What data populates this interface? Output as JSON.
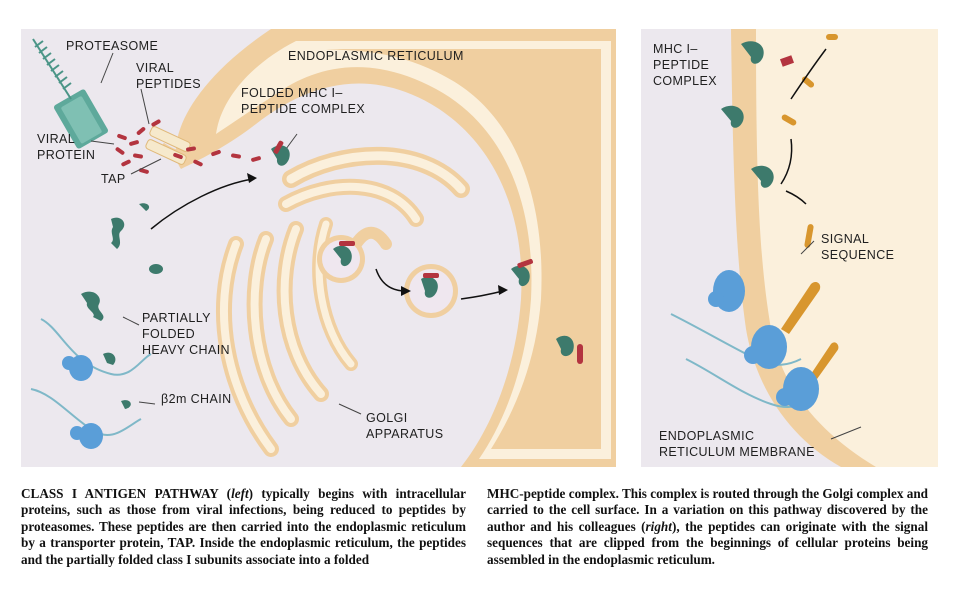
{
  "left_panel": {
    "labels": {
      "proteasome": "PROTEASOME",
      "viral_peptides": "VIRAL\nPEPTIDES",
      "viral_protein": "VIRAL\nPROTEIN",
      "tap": "TAP",
      "endoplasmic_reticulum": "ENDOPLASMIC RETICULUM",
      "folded_complex": "FOLDED MHC I–\nPEPTIDE COMPLEX",
      "partially_folded": "PARTIALLY\nFOLDED\nHEAVY CHAIN",
      "b2m_chain": "β2m CHAIN",
      "golgi": "GOLGI\nAPPARATUS"
    }
  },
  "right_panel": {
    "labels": {
      "mhc_complex": "MHC I–\nPEPTIDE\nCOMPLEX",
      "signal_sequence": "SIGNAL\nSEQUENCE",
      "er_membrane": "ENDOPLASMIC\nRETICULUM MEMBRANE"
    }
  },
  "caption": {
    "left": {
      "lead": "CLASS I ANTIGEN PATHWAY (",
      "lead_italic": "left",
      "body": ") typically begins with intracellular proteins, such as those from viral infections, being reduced to peptides by proteasomes. These peptides are then carried into the endoplasmic reticulum by a transporter protein, TAP. Inside the endoplasmic reticulum, the peptides and the partially folded class I subunits associate into a folded"
    },
    "right": {
      "part1": "MHC-peptide complex. This complex is routed through the Golgi complex and carried to the cell surface. In a variation on this pathway discovered by the author and his colleagues (",
      "part1_italic": "right",
      "part2": "), the peptides can originate with the signal sequences that are clipped from the beginnings of cellular proteins being assembled in the endoplasmic reticulum."
    }
  },
  "colors": {
    "background": "#ece8ee",
    "membrane": "#f0cfa0",
    "er_lumen": "#fbf0dc",
    "mhc": "#3d7a6c",
    "peptide": "#b3343f",
    "ribosome": "#5a9ed8",
    "signal": "#d8962e"
  }
}
